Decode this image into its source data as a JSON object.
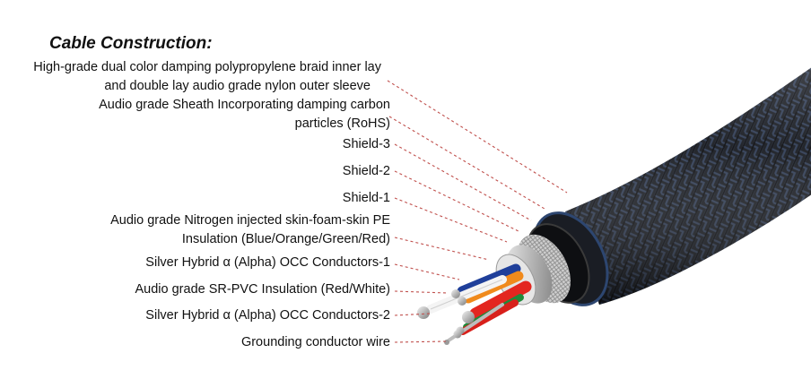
{
  "title": "Cable Construction:",
  "labels": [
    {
      "id": "braid",
      "lines": [
        "High-grade dual color damping polypropylene braid inner lay",
        "and double lay audio grade nylon outer sleeve"
      ]
    },
    {
      "id": "sheath",
      "lines": [
        "Audio  grade  Sheath  Incorporating  damping  carbon",
        "particles (RoHS)"
      ]
    },
    {
      "id": "shield-3",
      "lines": [
        "Shield-3"
      ]
    },
    {
      "id": "shield-2",
      "lines": [
        "Shield-2"
      ]
    },
    {
      "id": "shield-1",
      "lines": [
        "Shield-1"
      ]
    },
    {
      "id": "pe-insulation",
      "lines": [
        "Audio grade Nitrogen injected skin-foam-skin PE",
        "Insulation (Blue/Orange/Green/Red)"
      ]
    },
    {
      "id": "conductors-1",
      "lines": [
        "Silver Hybrid α (Alpha) OCC Conductors-1"
      ]
    },
    {
      "id": "sr-pvc",
      "lines": [
        "Audio  grade  SR-PVC  Insulation  (Red/White)"
      ]
    },
    {
      "id": "conductors-2",
      "lines": [
        "Silver Hybrid α (Alpha) OCC Conductors-2"
      ]
    },
    {
      "id": "ground",
      "lines": [
        "Grounding  conductor  wire"
      ]
    }
  ],
  "colors": {
    "leader": "#c0504d",
    "braid": "#1b1f27",
    "braid_blue": "#2c4a78",
    "silver": "#c9c9c9",
    "red": "#e32620",
    "blue": "#1f3f9a",
    "orange": "#f08a1c",
    "green": "#1f8a3a",
    "white": "#f4f4f4"
  }
}
